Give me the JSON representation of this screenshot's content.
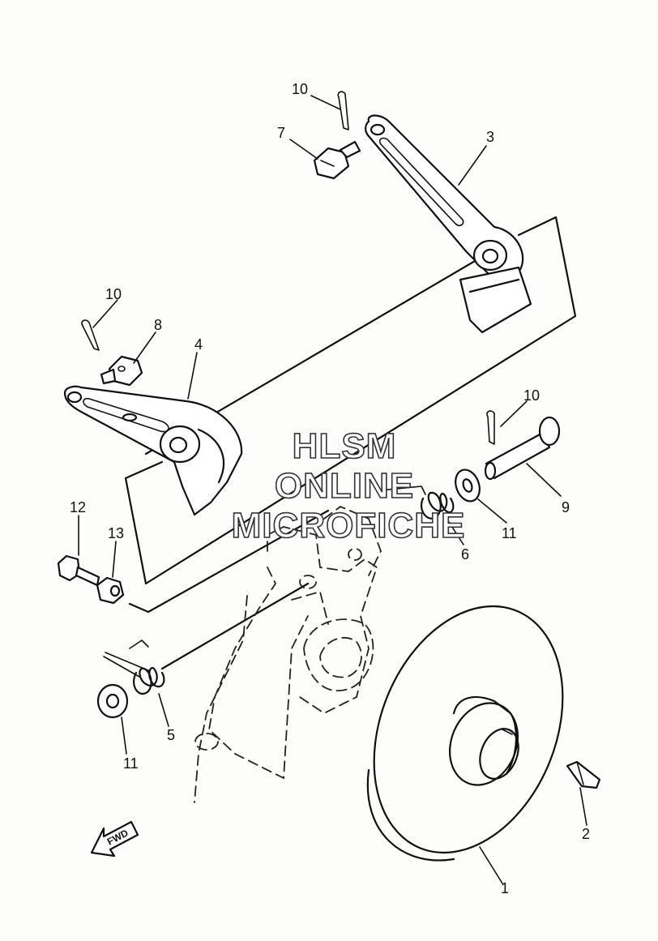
{
  "diagram": {
    "watermark": [
      "HLSM",
      "ONLINE",
      "MICROFICHE"
    ],
    "direction_label": "FWD",
    "callouts": [
      {
        "id": "c1",
        "text": "1"
      },
      {
        "id": "c2",
        "text": "2"
      },
      {
        "id": "c3",
        "text": "3"
      },
      {
        "id": "c4",
        "text": "4"
      },
      {
        "id": "c5",
        "text": "5"
      },
      {
        "id": "c6",
        "text": "6"
      },
      {
        "id": "c7",
        "text": "7"
      },
      {
        "id": "c8",
        "text": "8"
      },
      {
        "id": "c9",
        "text": "9"
      },
      {
        "id": "c10a",
        "text": "10"
      },
      {
        "id": "c10b",
        "text": "10"
      },
      {
        "id": "c10c",
        "text": "10"
      },
      {
        "id": "c11a",
        "text": "11"
      },
      {
        "id": "c11b",
        "text": "11"
      },
      {
        "id": "c12",
        "text": "12"
      },
      {
        "id": "c13",
        "text": "13"
      }
    ]
  }
}
